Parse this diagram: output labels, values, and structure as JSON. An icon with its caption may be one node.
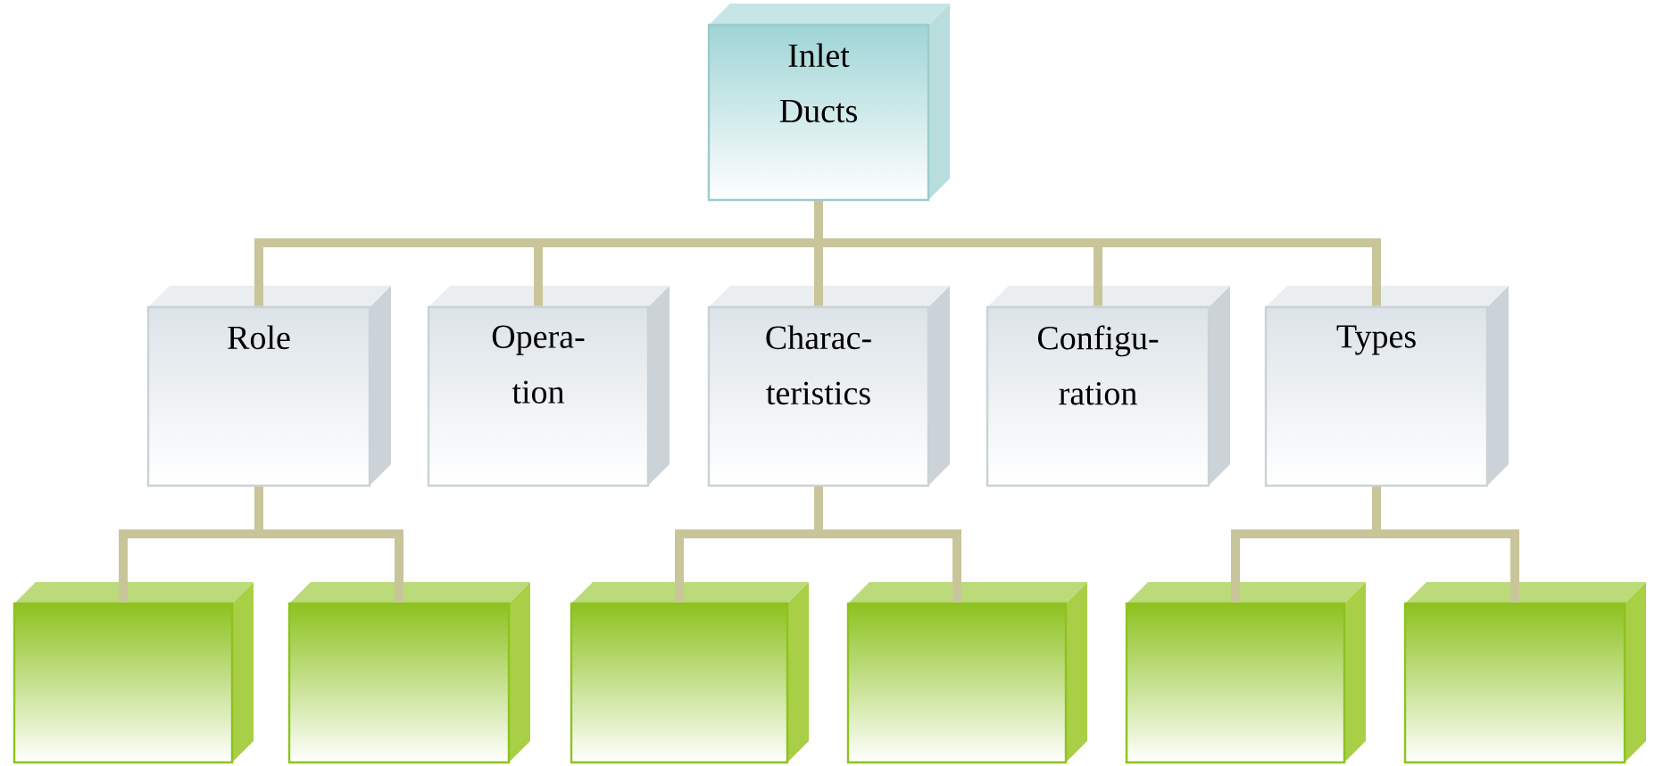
{
  "diagram": {
    "nodes": [
      {
        "text": [
          "Inlet Ducts"
        ]
      },
      {
        "text": [
          "Role"
        ]
      },
      {
        "text": [
          "Opera-tion"
        ]
      },
      {
        "text": [
          "Charac-teristics"
        ]
      },
      {
        "text": [
          "Configu-ration"
        ]
      },
      {
        "text": [
          "Types"
        ]
      },
      {
        "text": [],
        "shape": "box"
      },
      {
        "text": [],
        "shape": "box"
      },
      {
        "text": [],
        "shape": "box"
      },
      {
        "text": [],
        "shape": "box"
      },
      {
        "text": [],
        "shape": "box"
      },
      {
        "text": [],
        "shape": "box"
      }
    ],
    "edges": [
      {
        "from": 0,
        "to": 1,
        "arrow": "none"
      },
      {
        "from": 0,
        "to": 2,
        "arrow": "none"
      },
      {
        "from": 0,
        "to": 3,
        "arrow": "none"
      },
      {
        "from": 0,
        "to": 4,
        "arrow": "none"
      },
      {
        "from": 0,
        "to": 5,
        "arrow": "none"
      },
      {
        "from": 1,
        "to": 6,
        "arrow": "none"
      },
      {
        "from": 1,
        "to": 7,
        "arrow": "none"
      },
      {
        "from": 3,
        "to": 8,
        "arrow": "none"
      },
      {
        "from": 3,
        "to": 9,
        "arrow": "none"
      },
      {
        "from": 5,
        "to": 10,
        "arrow": "none"
      },
      {
        "from": 5,
        "to": 11,
        "arrow": "none"
      }
    ]
  }
}
